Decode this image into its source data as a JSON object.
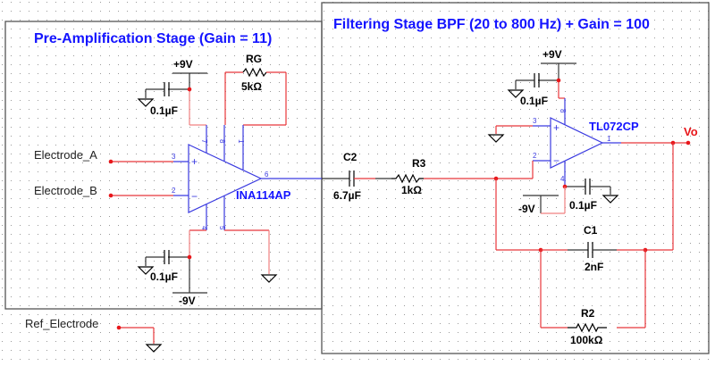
{
  "stages": {
    "pre_amp_title": "Pre-Amplification Stage (Gain = 11)",
    "filter_title": "Filtering Stage BPF (20 to 800 Hz) + Gain = 100"
  },
  "nets": {
    "electrode_a": "Electrode_A",
    "electrode_b": "Electrode_B",
    "ref_electrode": "Ref_Electrode",
    "output": "Vo"
  },
  "supplies": {
    "ina_pos": "+9V",
    "ina_neg": "-9V",
    "tl_pos": "+9V",
    "tl_neg": "-9V"
  },
  "components": {
    "ina": {
      "part": "INA114AP",
      "pins": {
        "p7": "7",
        "p8": "8",
        "p1": "1",
        "p3": "3",
        "p2": "2",
        "p6": "6",
        "p4": "4",
        "p5": "5"
      },
      "plus": "+",
      "minus": "−"
    },
    "tl": {
      "part": "TL072CP",
      "pins": {
        "p8": "8",
        "p3": "3",
        "p2": "2",
        "p1": "1",
        "p4": "4"
      },
      "plus": "+",
      "minus": "−"
    },
    "rg": {
      "name": "RG",
      "value": "5kΩ"
    },
    "c_ina_top": {
      "value": "0.1µF"
    },
    "c_ina_bot": {
      "value": "0.1µF"
    },
    "c_tl_top": {
      "value": "0.1µF"
    },
    "c_tl_bot": {
      "value": "0.1µF"
    },
    "c2": {
      "name": "C2",
      "value": "6.7µF"
    },
    "r3": {
      "name": "R3",
      "value": "1kΩ"
    },
    "c1": {
      "name": "C1",
      "value": "2nF"
    },
    "r2": {
      "name": "R2",
      "value": "100kΩ"
    }
  },
  "colors": {
    "title": "#1414ff",
    "wire": "#e8363a",
    "part": "#3a3ae0"
  }
}
